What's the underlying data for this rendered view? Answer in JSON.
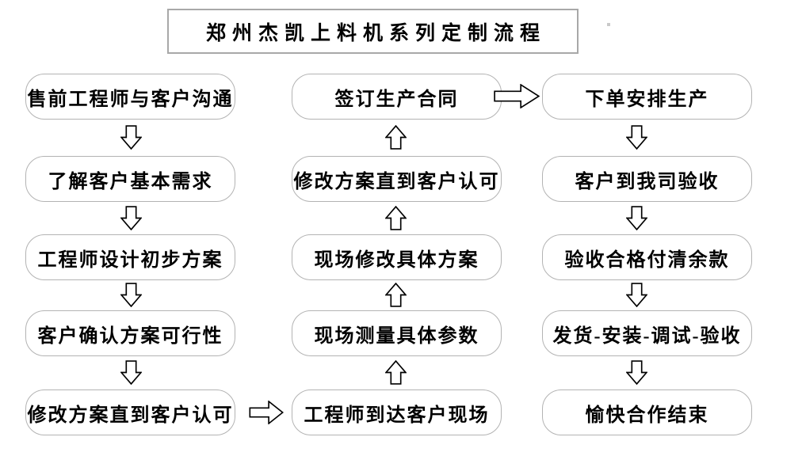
{
  "title": "郑州杰凯上料机系列定制流程",
  "flow": {
    "left_column": [
      "售前工程师与客户沟通",
      "了解客户基本需求",
      "工程师设计初步方案",
      "客户确认方案可行性",
      "修改方案直到客户认可"
    ],
    "middle_column": [
      "签订生产合同",
      "修改方案直到客户认可",
      "现场修改具体方案",
      "现场测量具体参数",
      "工程师到达客户现场"
    ],
    "right_column": [
      "下单安排生产",
      "客户到我司验收",
      "验收合格付清余款",
      "发货-安装-调试-验收",
      "愉快合作结束"
    ]
  },
  "connections": {
    "left_column_direction": "down",
    "middle_column_direction": "up",
    "right_column_direction": "down",
    "cross_links": [
      "left_column.4 -> middle_column.4 (right arrow)",
      "middle_column.0 -> right_column.0 (right arrow)"
    ]
  },
  "colors": {
    "background": "#ffffff",
    "box_border": "#b3b3b3",
    "title_border": "#a8a8a8",
    "arrow_outline": "#000000",
    "arrow_fill": "#ffffff",
    "text": "#000000"
  }
}
